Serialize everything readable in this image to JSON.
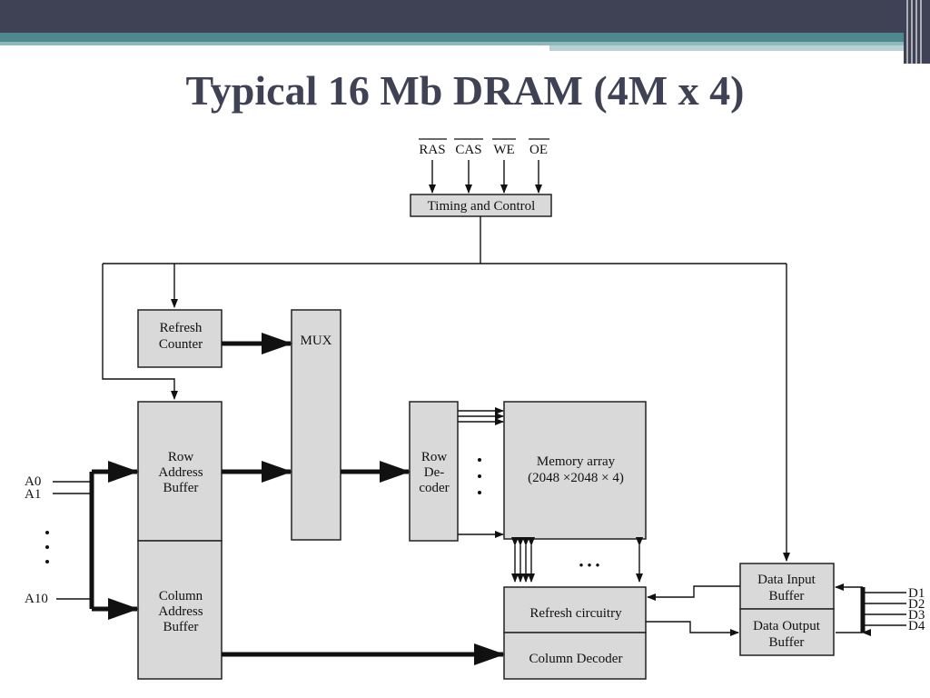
{
  "slide": {
    "title": "Typical 16 Mb DRAM (4M x 4)"
  },
  "diagram": {
    "control_signals": [
      "RAS",
      "CAS",
      "WE",
      "OE"
    ],
    "blocks": {
      "timing_control": "Timing and Control",
      "refresh_counter": [
        "Refresh",
        "Counter"
      ],
      "mux": "MUX",
      "row_address_buffer": [
        "Row",
        "Address",
        "Buffer"
      ],
      "column_address_buffer": [
        "Column",
        "Address",
        "Buffer"
      ],
      "row_decoder": [
        "Row",
        "De-",
        "coder"
      ],
      "memory_array": [
        "Memory array",
        "(2048 ×2048 × 4)"
      ],
      "refresh_circuitry": "Refresh circuitry",
      "column_decoder": "Column Decoder",
      "data_input_buffer": [
        "Data Input",
        "Buffer"
      ],
      "data_output_buffer": [
        "Data Output",
        "Buffer"
      ]
    },
    "address_pins": [
      "A0",
      "A1",
      "A10"
    ],
    "data_pins": [
      "D1",
      "D2",
      "D3",
      "D4"
    ],
    "ellipsis": "• • •"
  },
  "colors": {
    "title": "#3f4254",
    "header_bar": "#3f4254",
    "accent_teal": "#4e8a8d",
    "block_fill": "#d9d9d9"
  }
}
